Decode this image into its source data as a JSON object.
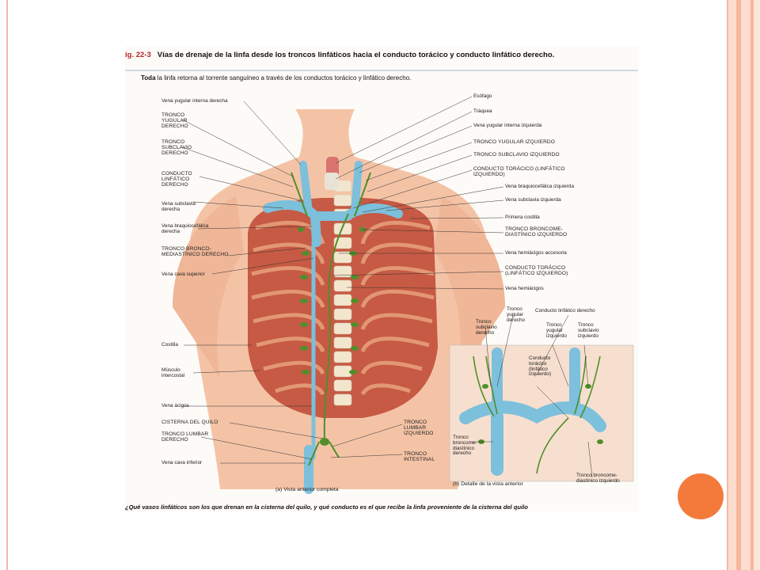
{
  "figure": {
    "number": "ig. 22-3",
    "title": "Vías de drenaje de la linfa desde los troncos linfáticos hacia el conducto torácico y conducto linfático derecho.",
    "subtitle_bold": "Toda",
    "subtitle_rest": " la linfa retorna al torrente sanguíneo a través de los conductos torácico y linfático derecho.",
    "question": "¿Qué vasos linfáticos son los que drenan en la cisterna del quilo, y qué conducto es el que recibe la linfa proveniente de la cisterna del quilo"
  },
  "labels_left": [
    "Vena yugular interna derecha",
    "TRONCO\nYUGULAR\nDERECHO",
    "TRONCO\nSUBCLAVIO\nDERECHO",
    "CONDUCTO\nLINFÁTICO\nDERECHO",
    "Vena subclavia\nderecha",
    "Vena braquiocefálica\nderecha",
    "TRONCO BRONCO-\nMEDIASTÍNICO DERECHO",
    "Vena cava superior",
    "Costilla",
    "Músculo\nintercostal",
    "Vena ácigos",
    "CISTERNA DEL QUILO",
    "TRONCO LUMBAR\nDERECHO",
    "Vena cava inferior"
  ],
  "labels_right": [
    "Esófago",
    "Tráquea",
    "Vena yugular interna izquierda",
    "TRONCO YUGULAR IZQUIERDO",
    "TRONCO SUBCLAVIO IZQUIERDO",
    "CONDUCTO TORÁCICO (LINFÁTICO\nIZQUIERDO)",
    "Vena braquiocefálica izquierda",
    "Vena subclavia izquierda",
    "Primera costilla",
    "TRONCO BRONCOME-\nDIASTÍNICO IZQUIERDO",
    "Vena hemiácigos accesoria",
    "CONDUCTO TORÁCICO\n(LINFÁTICO IZQUIERDO)",
    "Vena hemiácigos"
  ],
  "labels_bottom": [
    "TRONCO\nLUMBAR\nIZQUIERDO",
    "TRONCO\nINTESTINAL"
  ],
  "inset_labels": [
    "Tronco\nsubclavio\nderecho",
    "Tronco\nyugular\nderecho",
    "Conducto linfático derecho",
    "Tronco\nyugular\nizquierdo",
    "Tronco\nsubclavio\nizquierdo",
    "Conducto\ntorácico\n(linfático\nizquierdo)",
    "Tronco\nbroncome-\ndiastínico\nderecho",
    "Tronco broncome-\ndiastínico izquierdo"
  ],
  "captions": {
    "a": "(a) Vista anterior completa",
    "b": "(b) Detalle de la vista anterior"
  },
  "colors": {
    "frame": "#f3b9a4",
    "dot": "#f47a3c",
    "vein": "#7cc0dc",
    "lymph": "#4f8f2a",
    "muscle": "#c8503f",
    "skin": "#f7cdb0"
  }
}
